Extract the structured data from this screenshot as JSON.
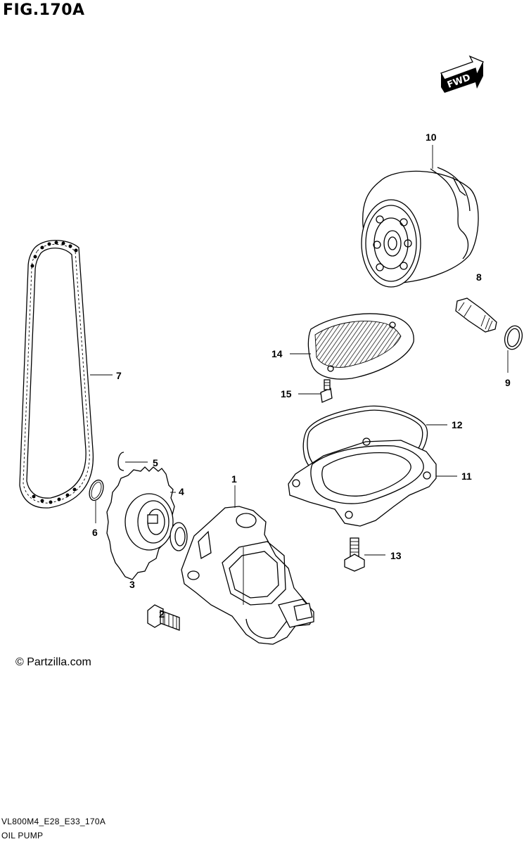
{
  "header": {
    "figure_title": "FIG.170A"
  },
  "fwd_label": "FWD",
  "callouts": {
    "c1": "1",
    "c2": "2",
    "c3": "3",
    "c4": "4",
    "c5": "5",
    "c6": "6",
    "c7": "7",
    "c8": "8",
    "c9": "9",
    "c10": "10",
    "c11": "11",
    "c12": "12",
    "c13": "13",
    "c14": "14",
    "c15": "15"
  },
  "copyright": "© Partzilla.com",
  "footer": {
    "code": "VL800M4_E28_E33_170A",
    "name": "OIL PUMP"
  }
}
